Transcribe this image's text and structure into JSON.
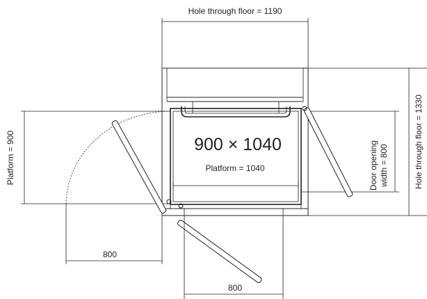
{
  "labels": {
    "hole_width": "Hole through floor = 1190",
    "hole_depth": "Hole through floor = 1330",
    "platform_side": "Platform = 900",
    "platform_size": "900 × 1040",
    "platform_depth": "Platform = 1040",
    "door_opening_line1": "Door opening",
    "door_opening_line2": "width = 800",
    "dim_left_door": "800",
    "dim_bottom_door": "800"
  }
}
